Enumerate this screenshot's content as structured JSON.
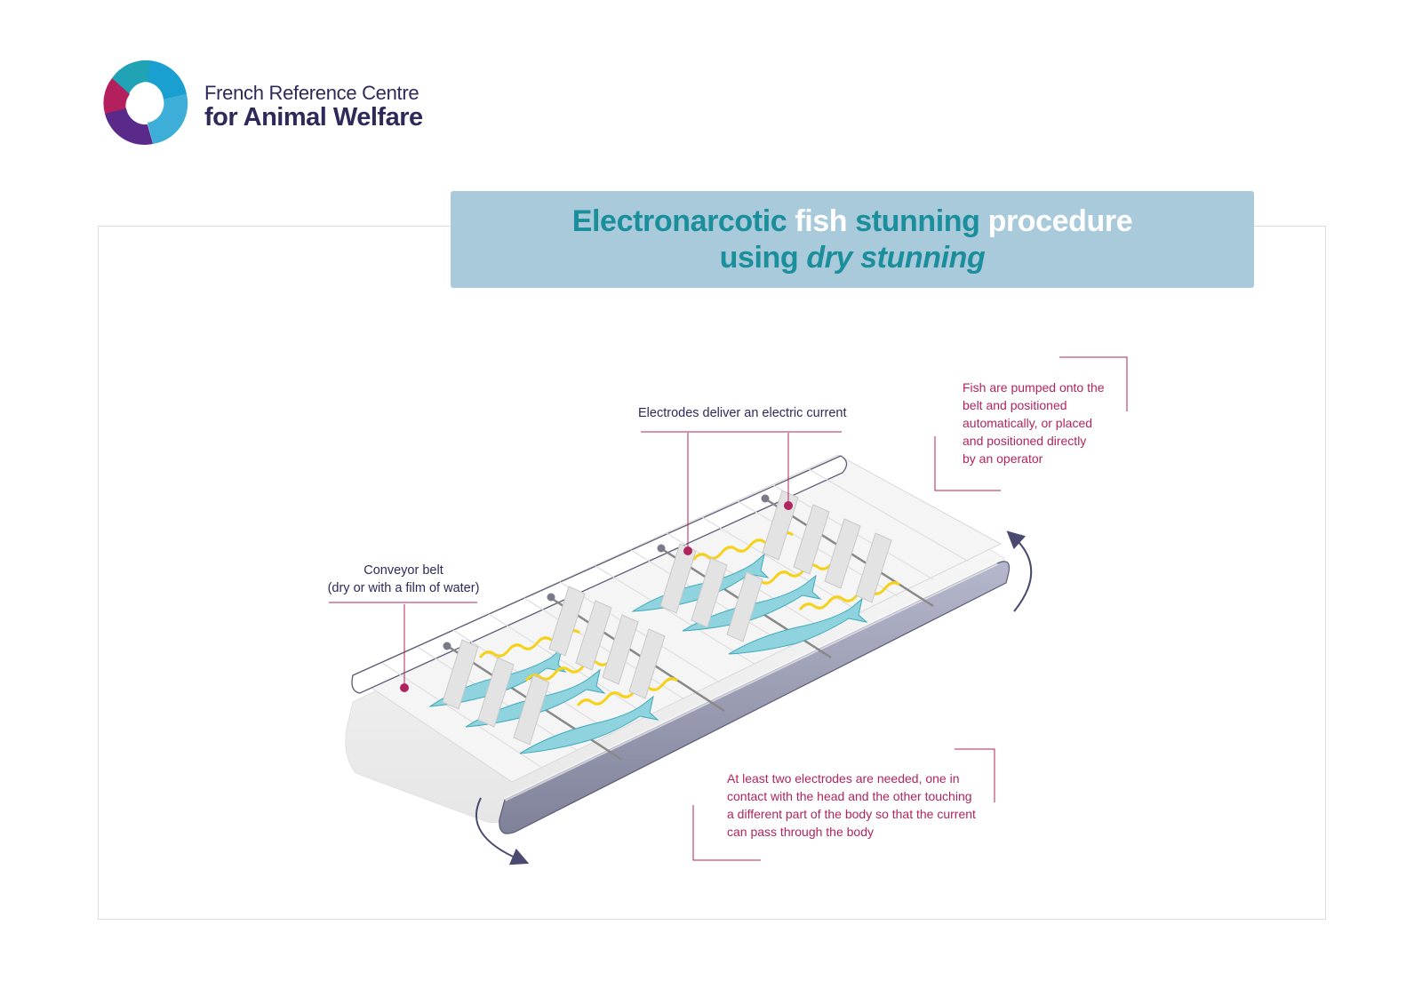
{
  "logo": {
    "line1": "French Reference Centre",
    "line2": "for Animal Welfare",
    "colors": [
      "#20a3b5",
      "#1aa0d0",
      "#b3205d",
      "#5a2a8a"
    ]
  },
  "title": {
    "part1": "Electronarcotic",
    "part2": "fish",
    "part3": "stunning",
    "part4": "procedure",
    "part5": "using",
    "part6": "dry stunning"
  },
  "labels": {
    "electrodes": "Electrodes deliver an electric current",
    "conveyor_line1": "Conveyor belt",
    "conveyor_line2": "(dry or with a film of water)",
    "pumped": [
      "Fish are pumped onto the",
      "belt and positioned",
      "automatically, or placed",
      "and positioned directly",
      "by an operator"
    ],
    "atleast": [
      "At least two electrodes are needed, one in",
      "contact with the head and the other touching",
      "a different part of the body so that the current",
      "can pass through the body"
    ]
  },
  "colors": {
    "accent_red": "#b0245e",
    "text_dark": "#2d2a5a",
    "title_bg": "#a8cadb",
    "title_teal": "#1b8e9c",
    "fish": "#8fd3de",
    "current": "#f5d11a",
    "roller": "#9a9db5"
  }
}
